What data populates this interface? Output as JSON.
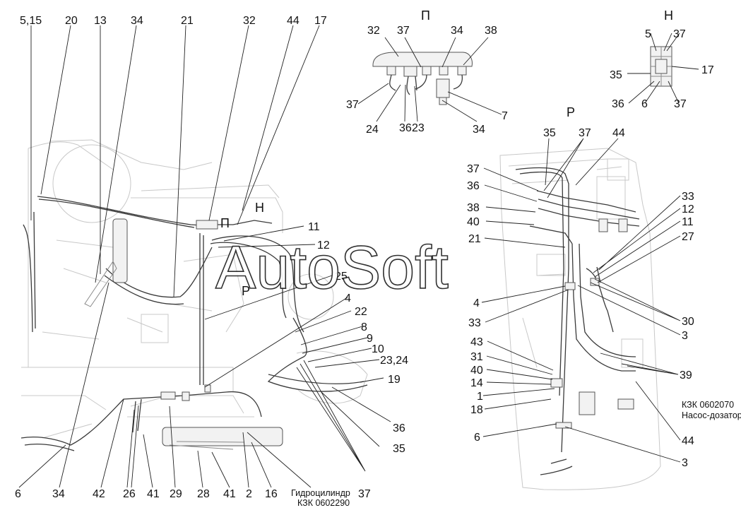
{
  "labels": {
    "top_left": [
      "5,15",
      "20",
      "13",
      "34",
      "21",
      "32",
      "44",
      "17"
    ],
    "view_p": {
      "title": "П",
      "items": [
        "32",
        "37",
        "34",
        "38",
        "37",
        "24",
        "36",
        "23",
        "34",
        "7"
      ]
    },
    "view_n": {
      "title": "Н",
      "items": [
        "5",
        "37",
        "17",
        "35",
        "36",
        "6",
        "37"
      ]
    },
    "view_r_title": "Р",
    "main_markers": [
      "П",
      "Н",
      "Р"
    ],
    "main_right": [
      "11",
      "12",
      "25",
      "4",
      "22",
      "8",
      "9",
      "10",
      "23,24",
      "19",
      "36",
      "35"
    ],
    "bottom": [
      "6",
      "34",
      "42",
      "26",
      "41",
      "29",
      "28",
      "41",
      "2",
      "16",
      "37"
    ],
    "right_left": [
      "35",
      "37",
      "44",
      "37",
      "36",
      "38",
      "40",
      "21",
      "4",
      "33",
      "43",
      "31",
      "40",
      "14",
      "1",
      "18",
      "6"
    ],
    "right_right": [
      "33",
      "12",
      "11",
      "27",
      "30",
      "3",
      "39",
      "44",
      "3"
    ]
  },
  "captions": {
    "cylinder_line1": "Гидроцилиндр",
    "cylinder_line2": "КЗК 0602290",
    "pump_line1": "КЗК 0602070",
    "pump_line2": "Насос-дозатор"
  },
  "watermark": "AutoSoft"
}
